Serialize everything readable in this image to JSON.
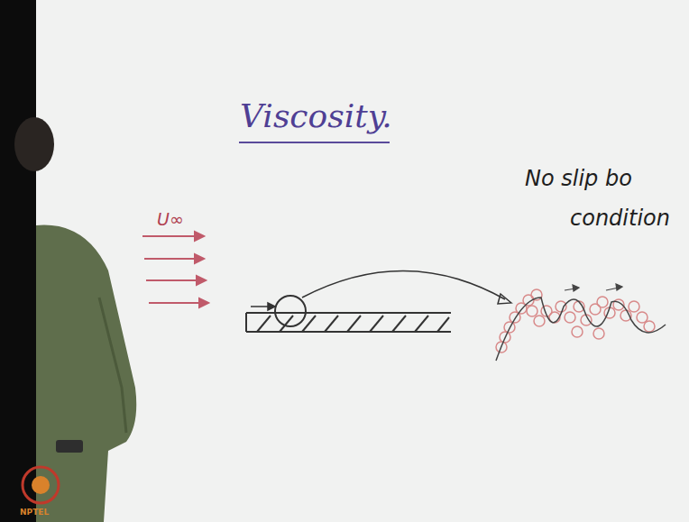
{
  "diagram": {
    "title": "Viscosity.",
    "labels": [
      "U∞",
      "No slip bo condition",
      "NPTEL"
    ]
  }
}
